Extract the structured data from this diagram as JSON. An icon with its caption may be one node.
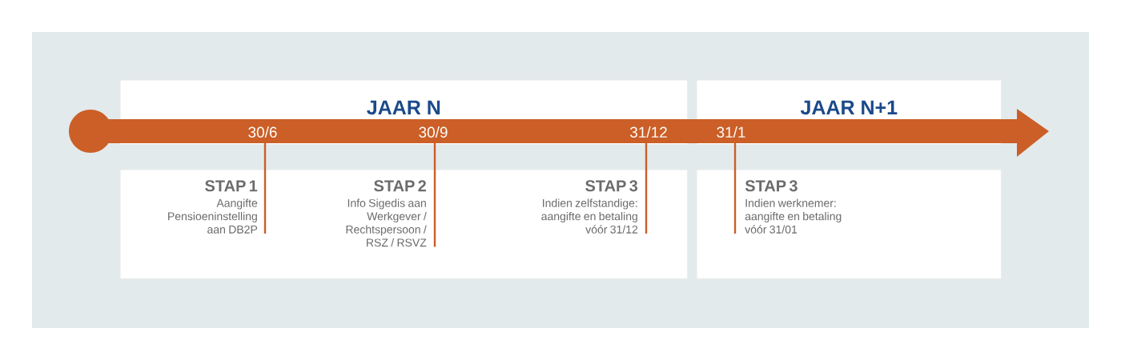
{
  "diagram": {
    "nodes": [
      {
        "text": [
          "JAAR N"
        ]
      },
      {
        "text": [
          "JAAR N+1"
        ]
      },
      {
        "text": [],
        "shape": "box"
      },
      {
        "text": [
          "STAP 1",
          "Aangifte Pensioeninstelling aan DB2P"
        ],
        "in": 2
      },
      {
        "text": [
          "STAP 2",
          "Info Sigedis aan Werkgever / Rechtspersoon / RSZ / RSVZ"
        ],
        "in": 2
      },
      {
        "text": [
          "STAP 3",
          "Indien zelfstandige: aangifte en betaling vóór 31/12"
        ],
        "in": 2
      },
      {
        "text": [],
        "shape": "box"
      },
      {
        "text": [
          "STAP 3",
          "Indien werknemer: aangifte en betaling vóór 31/01"
        ],
        "in": 6
      },
      {
        "text": [
          "30/6"
        ],
        "in": 0
      },
      {
        "text": [
          "30/9"
        ],
        "in": 0
      },
      {
        "text": [
          "31/12"
        ],
        "in": 0
      },
      {
        "text": [
          "31/1"
        ],
        "in": 1
      }
    ],
    "edges": [
      {
        "from": 8,
        "to": 3,
        "arrow": "none"
      },
      {
        "from": 9,
        "to": 4,
        "arrow": "none"
      },
      {
        "from": 10,
        "to": 5,
        "arrow": "none"
      },
      {
        "from": 11,
        "to": 7,
        "arrow": "none"
      }
    ]
  }
}
